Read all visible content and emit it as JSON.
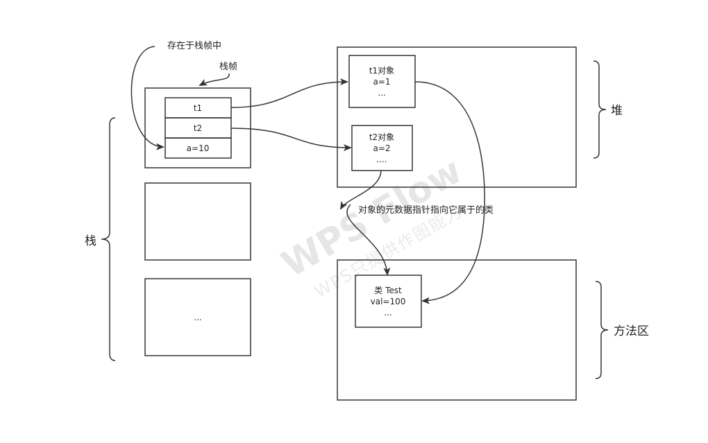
{
  "stack_frame_note": "存在于栈帧中",
  "frame_label": "栈帧",
  "frame_slots": [
    "t1",
    "t2",
    "a=10"
  ],
  "empty_frame_ellipsis": "...",
  "stack_label": "栈",
  "heap_label": "堆",
  "method_area_label": "方法区",
  "t1_object": [
    "t1对象",
    "a=1",
    "..."
  ],
  "t2_object": [
    "t2对象",
    "a=2",
    "...."
  ],
  "class_box": [
    "类 Test",
    "val=100",
    "..."
  ],
  "metadata_note": "对象的元数据指针指向它属于的类",
  "watermark": {
    "main": "WPS Flow",
    "sub": "WPS只提供作图能力"
  },
  "colors": {
    "line": "#333333",
    "watermark": "#e6e6e6"
  }
}
